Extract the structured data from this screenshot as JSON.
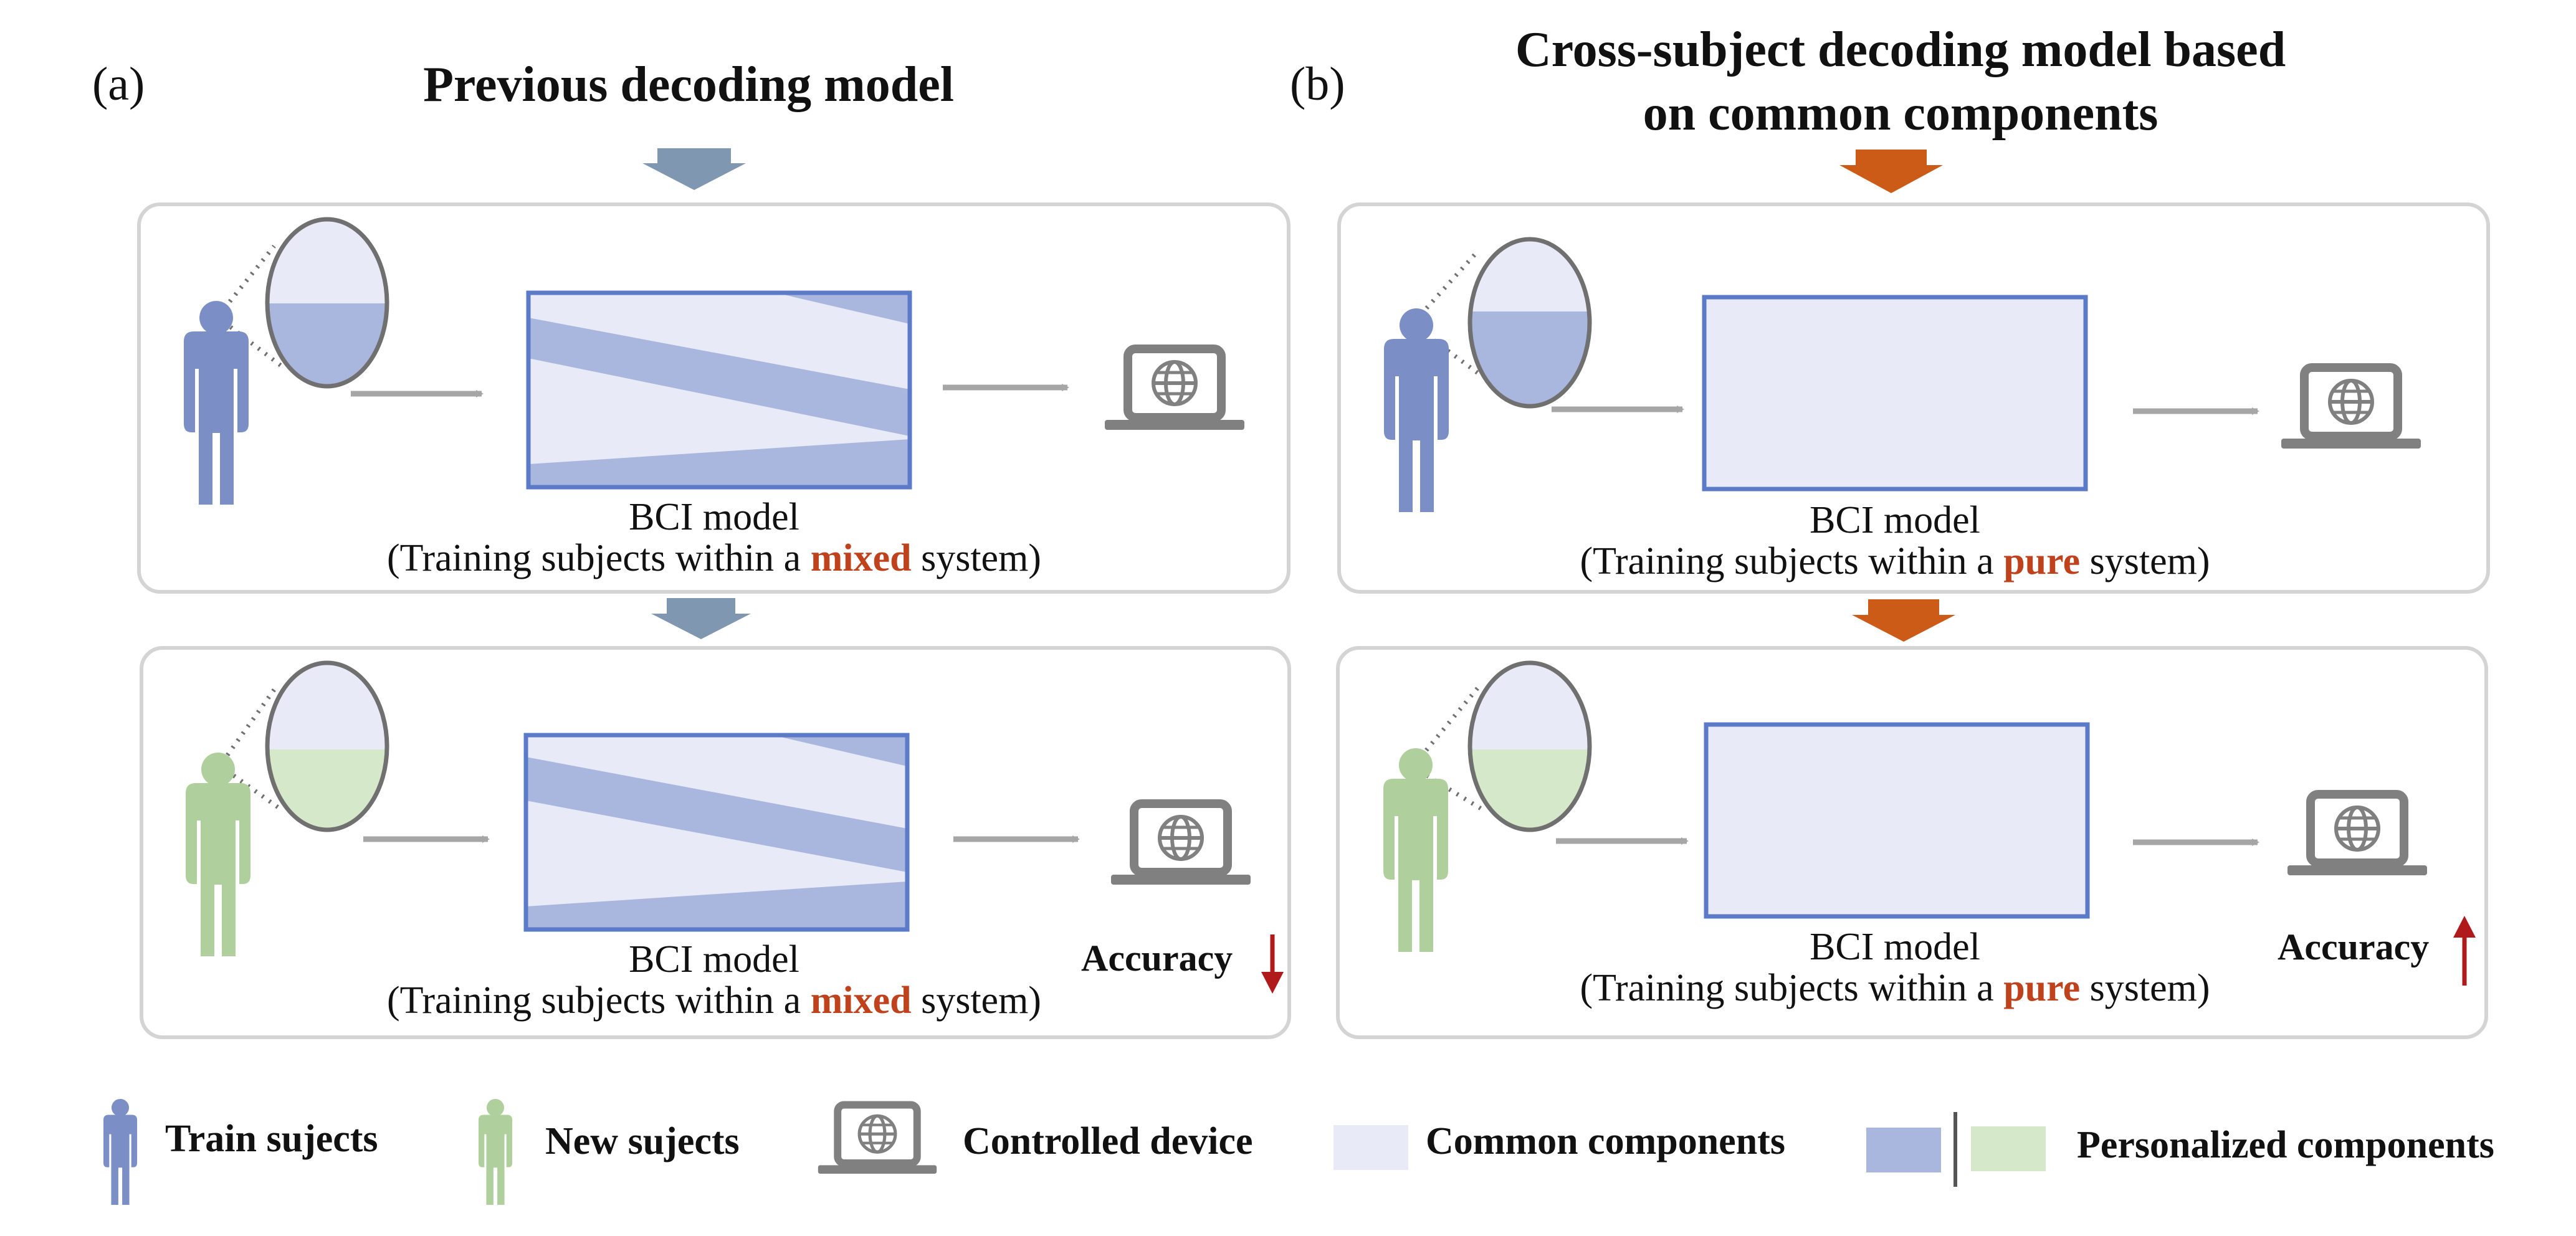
{
  "panels": {
    "a": {
      "letter": "(a)",
      "title": "Previous decoding model",
      "top_box": {
        "model_label": "BCI model",
        "caption_pre": "(Training subjects within a ",
        "caption_key": "mixed",
        "caption_post": " system)"
      },
      "bottom_box": {
        "model_label": "BCI model",
        "caption_pre": "(Training subjects within a ",
        "caption_key": "mixed",
        "caption_post": " system)",
        "accuracy_label": "Accuracy",
        "accuracy_trend": "down"
      }
    },
    "b": {
      "letter": "(b)",
      "title_line1": "Cross-subject decoding model based",
      "title_line2": "on common components",
      "top_box": {
        "model_label": "BCI model",
        "caption_pre": "(Training subjects within a ",
        "caption_key": "pure",
        "caption_post": " system)"
      },
      "bottom_box": {
        "model_label": "BCI model",
        "caption_pre": "(Training subjects within a ",
        "caption_key": "pure",
        "caption_post": " system)",
        "accuracy_label": "Accuracy",
        "accuracy_trend": "up"
      }
    }
  },
  "legend": {
    "train_subjects": "Train sujects",
    "new_subjects": "New sujects",
    "controlled_device": "Controlled device",
    "common_components": "Common components",
    "personalized_components": "Personalized components"
  },
  "icons": {
    "train_subject": "person-icon",
    "new_subject": "person-icon",
    "device": "laptop-globe-icon",
    "accuracy_down": "arrow-down-icon",
    "accuracy_up": "arrow-up-icon"
  },
  "colors": {
    "train_person": "#7b8fc6",
    "new_person": "#afcf9c",
    "common_fill": "#e8eaf8",
    "personalized_blue": "#a9b6dd",
    "personalized_green": "#d5e8c9",
    "model_border": "#5b7bc9",
    "box_border": "#d4d4d4",
    "arrow_gray": "#a6a6a6",
    "device_gray": "#808080",
    "blue_flow_arrow": "#7f97b1",
    "orange_flow_arrow": "#cc5b17",
    "emphasis_red": "#c0421c",
    "accuracy_arrow_red": "#b01a1a"
  }
}
